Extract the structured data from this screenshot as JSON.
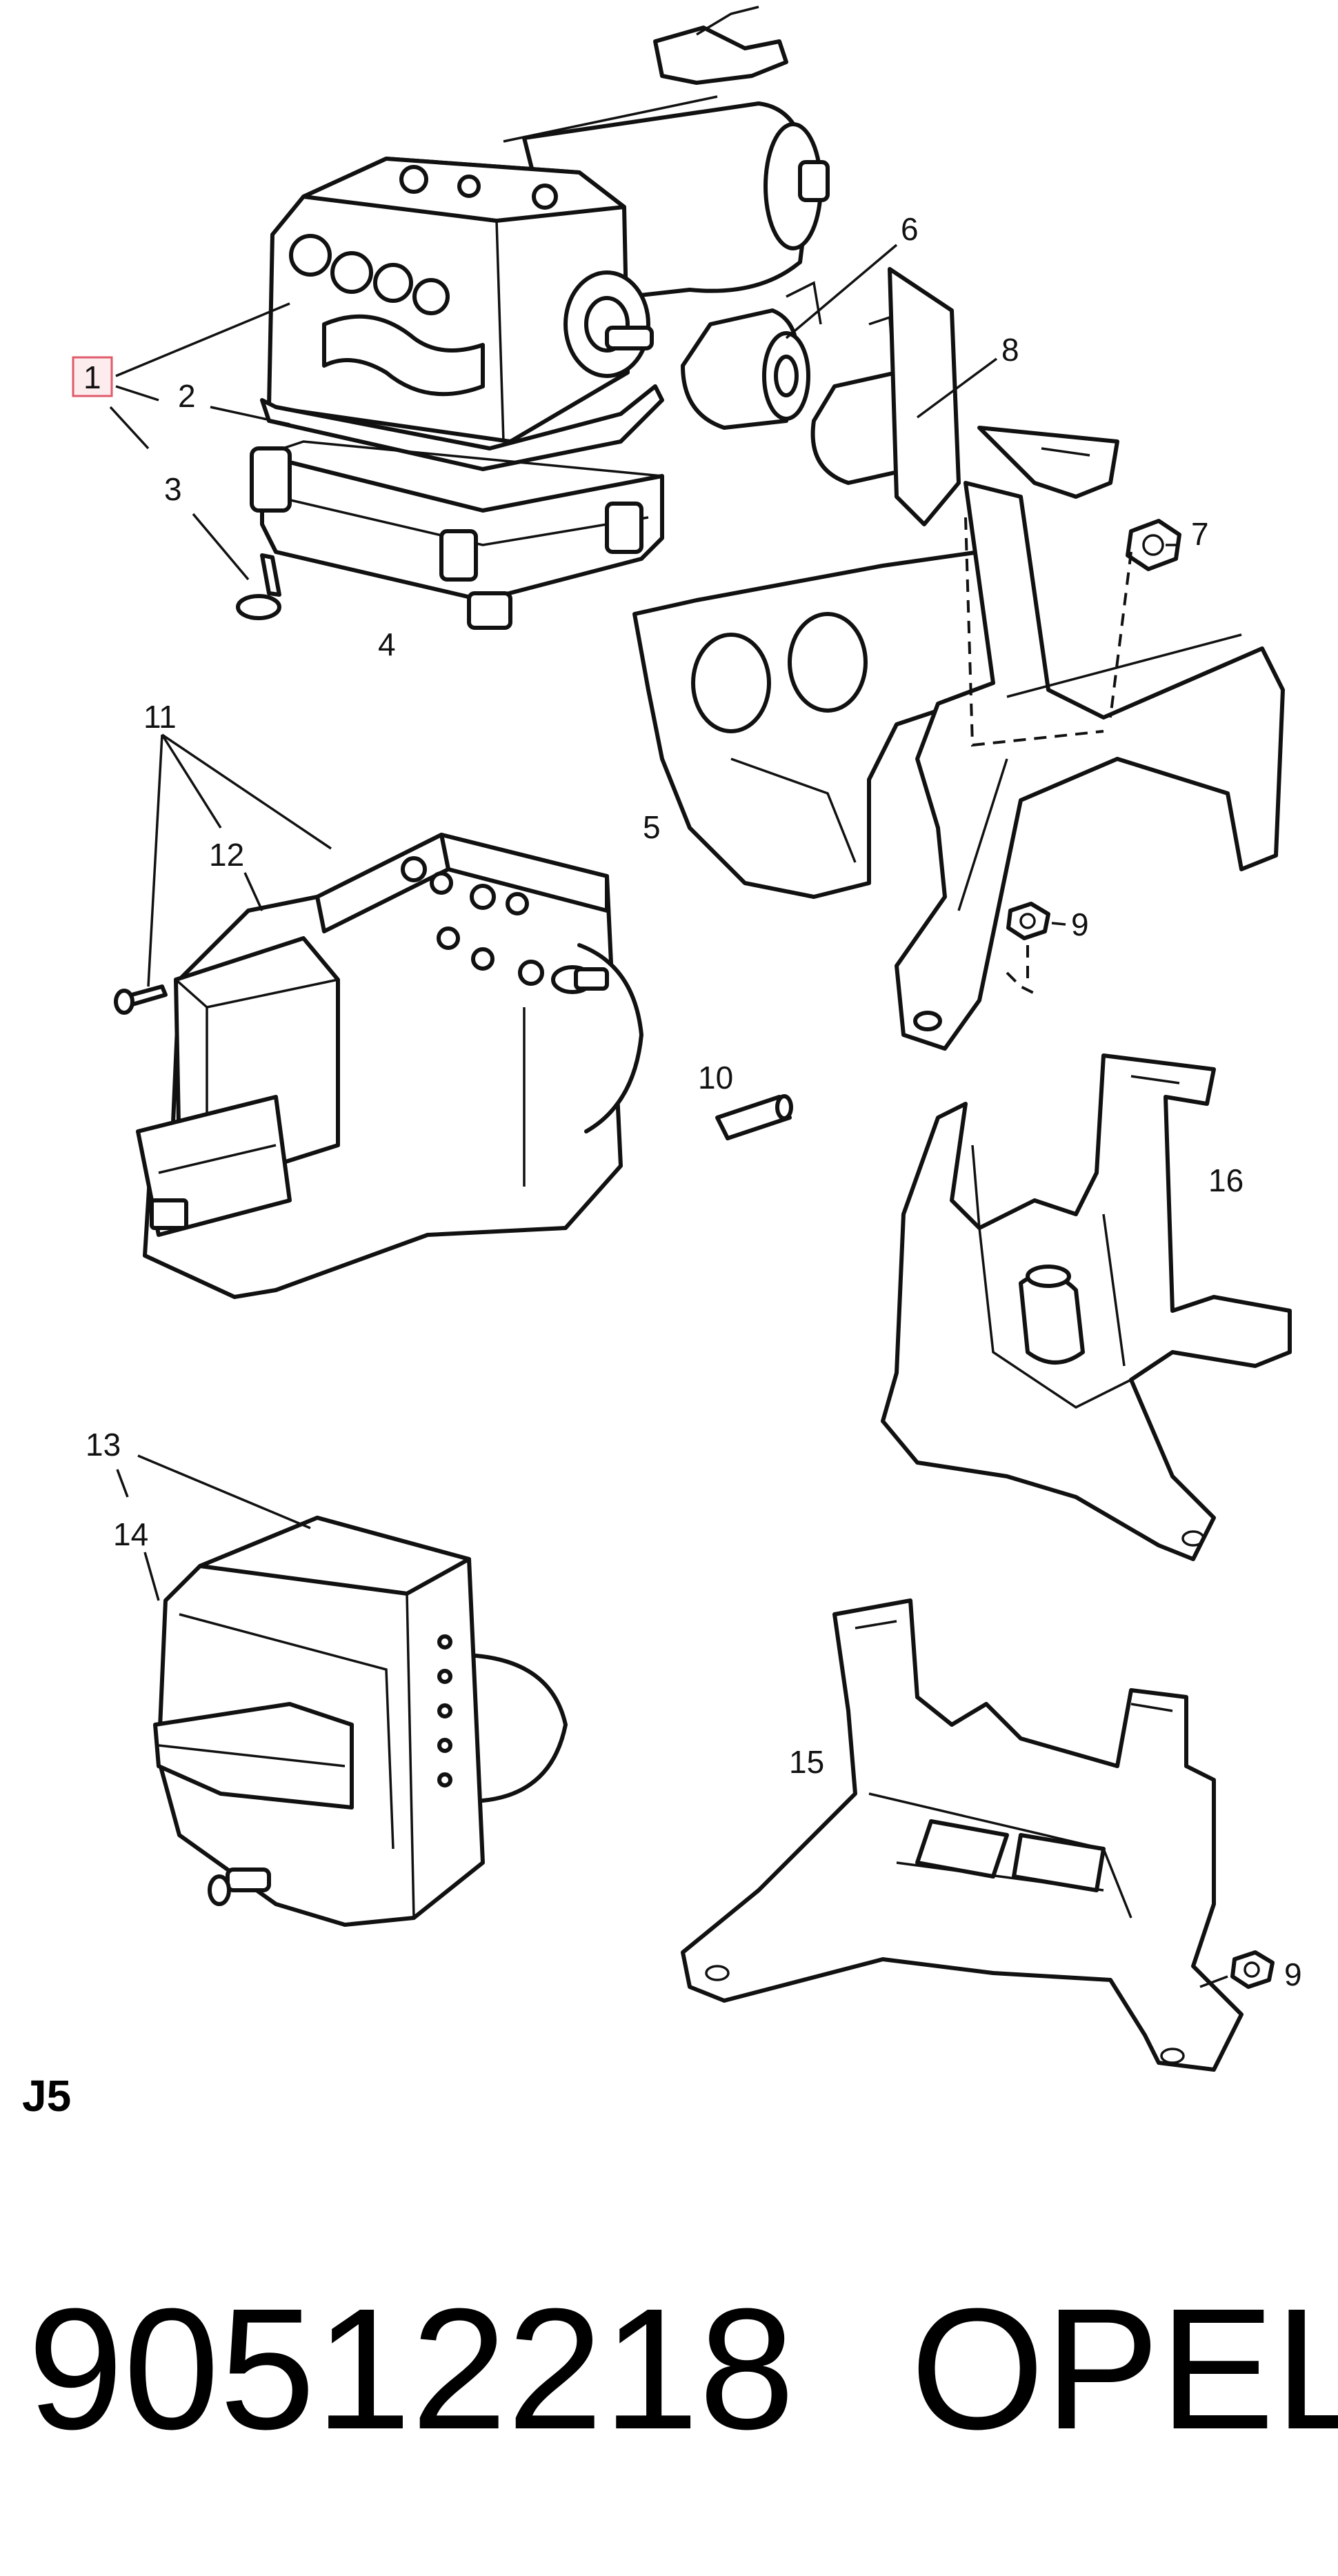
{
  "diagram": {
    "highlight_color": "#e05a6a",
    "callouts": {
      "c1": "1",
      "c2": "2",
      "c3": "3",
      "c4": "4",
      "c5": "5",
      "c6": "6",
      "c7": "7",
      "c8": "8",
      "c9a": "9",
      "c9b": "9",
      "c10": "10",
      "c11": "11",
      "c12": "12",
      "c13": "13",
      "c14": "14",
      "c15": "15",
      "c16": "16"
    },
    "sheet_code": "J5"
  },
  "footer": {
    "part_number": "90512218",
    "brand": "OPEL"
  }
}
